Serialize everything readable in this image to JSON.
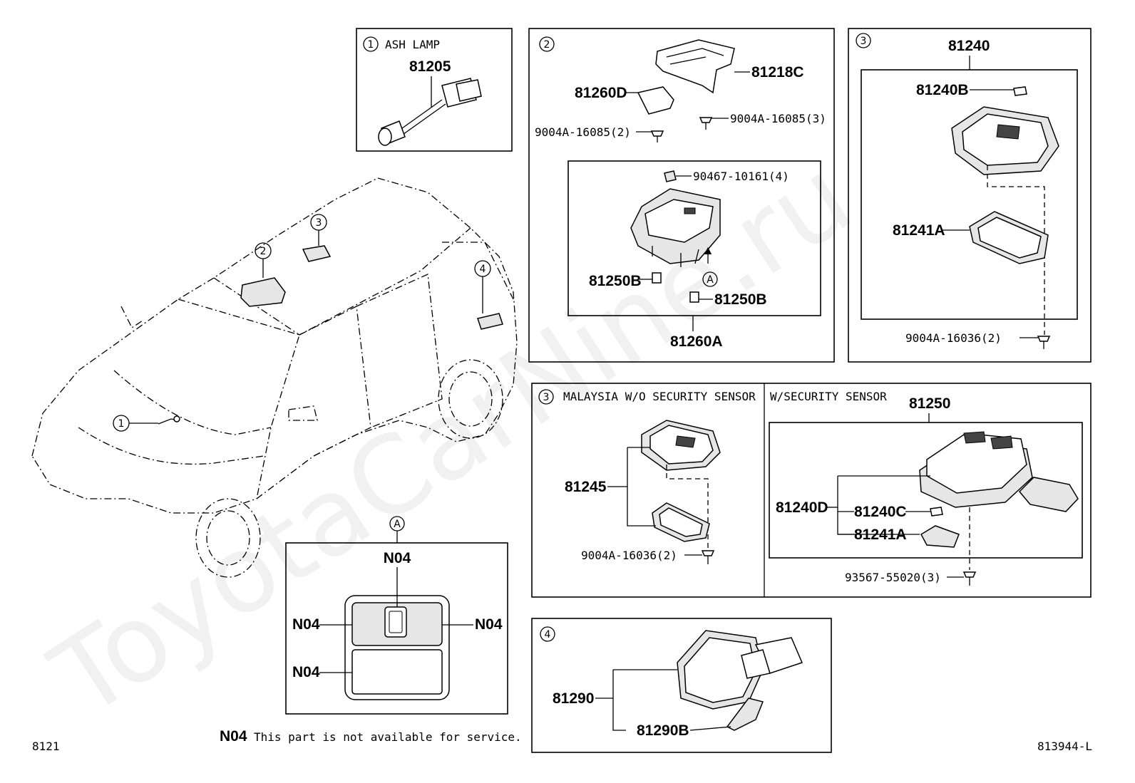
{
  "watermark": "ToyotaCarNine.ru",
  "footer": {
    "left_code": "8121",
    "right_code": "813944-L",
    "note_code": "N04",
    "note_text": "This part is not available for service."
  },
  "panels": {
    "p1": {
      "num": "1",
      "title": "ASH LAMP",
      "parts": [
        "81205"
      ]
    },
    "p2": {
      "num": "2",
      "parts": [
        "81218C",
        "81260D",
        "9004A-16085(3)",
        "9004A-16085(2)",
        "90467-10161(4)",
        "81250B",
        "81250B",
        "81260A"
      ],
      "view_ref": "A"
    },
    "p3": {
      "num": "3",
      "parts": [
        "81240",
        "81240B",
        "81241A",
        "9004A-16036(2)"
      ]
    },
    "p3b": {
      "num": "3",
      "title": "MALAYSIA W/O SECURITY SENSOR",
      "parts": [
        "81245",
        "9004A-16036(2)"
      ]
    },
    "p3c": {
      "title": "W/SECURITY SENSOR",
      "parts": [
        "81250",
        "81240D",
        "81240C",
        "81241A",
        "93567-55020(3)"
      ]
    },
    "p4": {
      "num": "4",
      "parts": [
        "81290",
        "81290B"
      ]
    },
    "viewA": {
      "ref": "A",
      "labels": [
        "N04",
        "N04",
        "N04",
        "N04"
      ]
    }
  },
  "vehicle_callouts": [
    "1",
    "2",
    "3",
    "4"
  ]
}
